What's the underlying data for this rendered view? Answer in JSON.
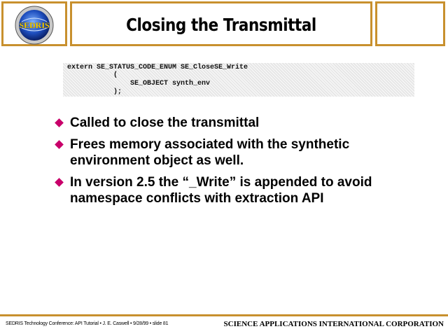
{
  "slide": {
    "title": "Closing the Transmittal"
  },
  "logo": {
    "text": "SEDRIS"
  },
  "code": {
    "lines": [
      "extern SE_STATUS_CODE_ENUM SE_CloseSE_Write",
      "(",
      "SE_OBJECT synth_env",
      ");"
    ]
  },
  "bullets": [
    {
      "text": "Called to close the transmittal"
    },
    {
      "text": "Frees memory associated with the synthetic environment object as well."
    },
    {
      "text": "In version 2.5 the “_Write” is appended to avoid namespace conflicts with extraction API"
    }
  ],
  "footer": {
    "left": "SEDRIS Technology Conference: API Tutorial • J. E. Caswell • 9/28/99 • slide 81",
    "right": "SCIENCE APPLICATIONS INTERNATIONAL CORPORATION"
  },
  "colors": {
    "frame": "#c8902e",
    "bullet": "#c8006a"
  }
}
